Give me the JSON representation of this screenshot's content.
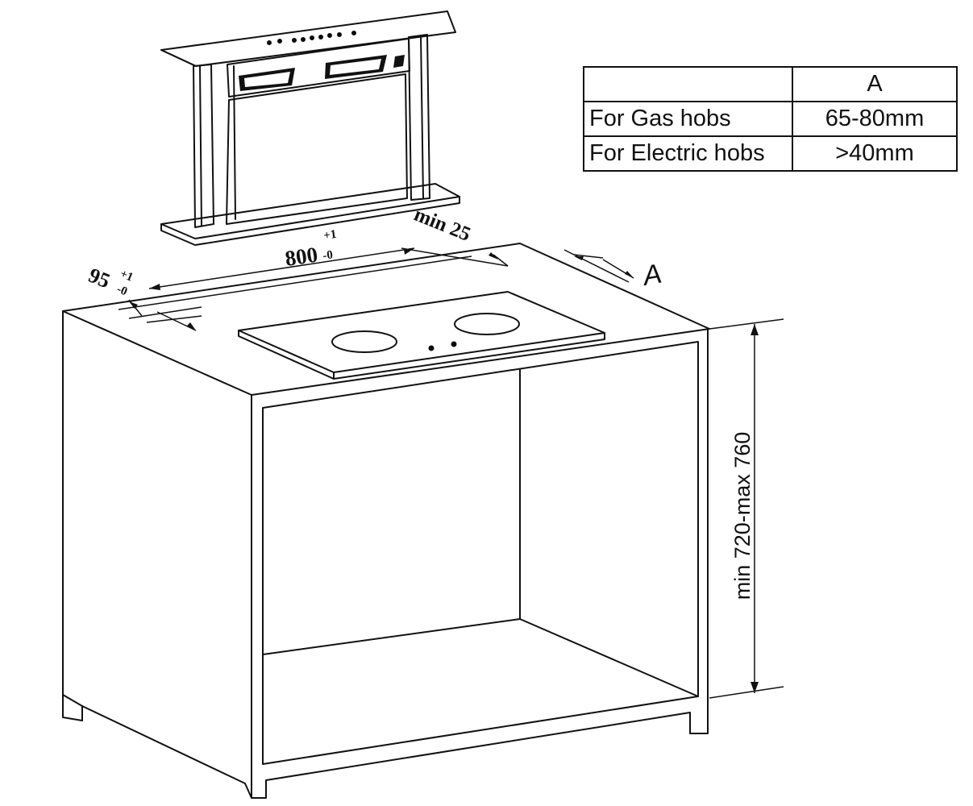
{
  "table": {
    "header": [
      "",
      "A"
    ],
    "rows": [
      [
        "For Gas hobs",
        "65-80mm"
      ],
      [
        "For Electric hobs",
        ">40mm"
      ]
    ]
  },
  "dimensions": {
    "width": {
      "value": "800",
      "tol_plus": "+1",
      "tol_minus": "-0"
    },
    "depth": {
      "value": "95",
      "tol_plus": "+1",
      "tol_minus": "-0"
    },
    "clearance": "min 25",
    "distance_label": "A",
    "height": "min 720-max 760"
  }
}
